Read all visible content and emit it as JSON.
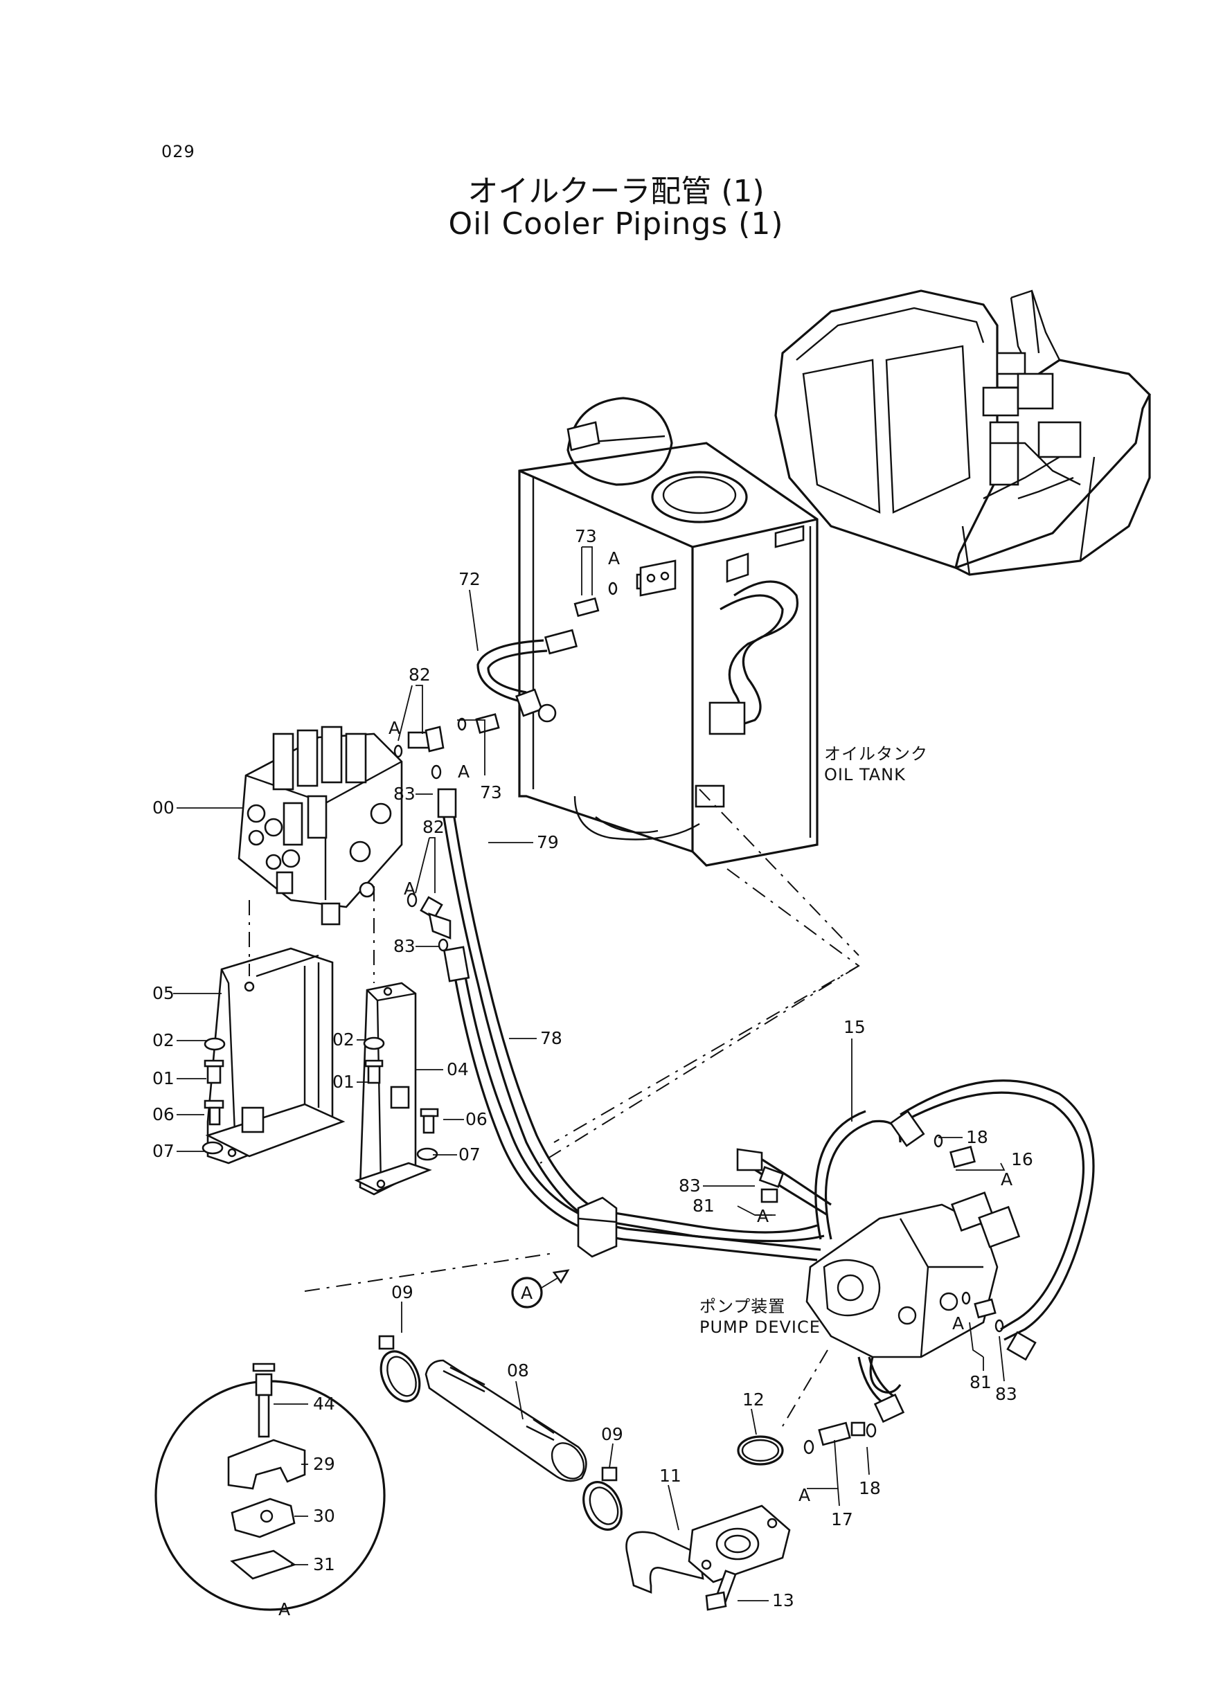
{
  "page_number": "029",
  "title_ja": "オイルクーラ配管 (1)",
  "title_en": "Oil Cooler Pipings (1)",
  "labels": {
    "oil_tank_ja": "オイルタンク",
    "oil_tank_en": "OIL TANK",
    "pump_ja": "ポンプ装置",
    "pump_en": "PUMP DEVICE",
    "detail_marker": "A"
  },
  "callouts": {
    "c00": "00",
    "c05": "05",
    "c02a": "02",
    "c01a": "01",
    "c06a": "06",
    "c07a": "07",
    "c02b": "02",
    "c01b": "01",
    "c04": "04",
    "c06b": "06",
    "c07b": "07",
    "c72": "72",
    "c73a": "73",
    "c73b": "73",
    "c82a": "82",
    "c82b": "82",
    "c83a": "83",
    "c83b": "83",
    "c79": "79",
    "c78": "78",
    "c15": "15",
    "c18a": "18",
    "c16": "16",
    "c83c": "83",
    "c81a": "81",
    "c81b": "81",
    "c83d": "83",
    "c09a": "09",
    "c08": "08",
    "c09b": "09",
    "c11": "11",
    "c12": "12",
    "c17": "17",
    "c18b": "18",
    "c13": "13",
    "c44": "44",
    "c29": "29",
    "c30": "30",
    "c31": "31"
  },
  "a_marks": [
    "A",
    "A",
    "A",
    "A",
    "A",
    "A",
    "A",
    "A",
    "A",
    "A"
  ]
}
